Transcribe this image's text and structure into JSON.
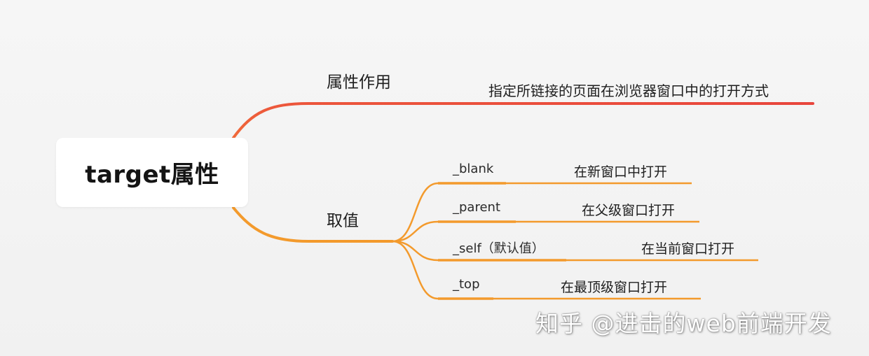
{
  "root": {
    "label": "target属性"
  },
  "branches": [
    {
      "label": "属性作用",
      "description": "指定所链接的页面在浏览器窗口中的打开方式",
      "color": "#e8453c"
    },
    {
      "label": "取值",
      "color": "#f39a2c",
      "children": [
        {
          "key": "_blank",
          "value": "在新窗口中打开"
        },
        {
          "key": "_parent",
          "value": "在父级窗口打开"
        },
        {
          "key": "_self（默认值）",
          "value": "在当前窗口打开"
        },
        {
          "key": "_top",
          "value": "在最顶级窗口打开"
        }
      ]
    }
  ],
  "watermark": "知乎 @进击的web前端开发"
}
